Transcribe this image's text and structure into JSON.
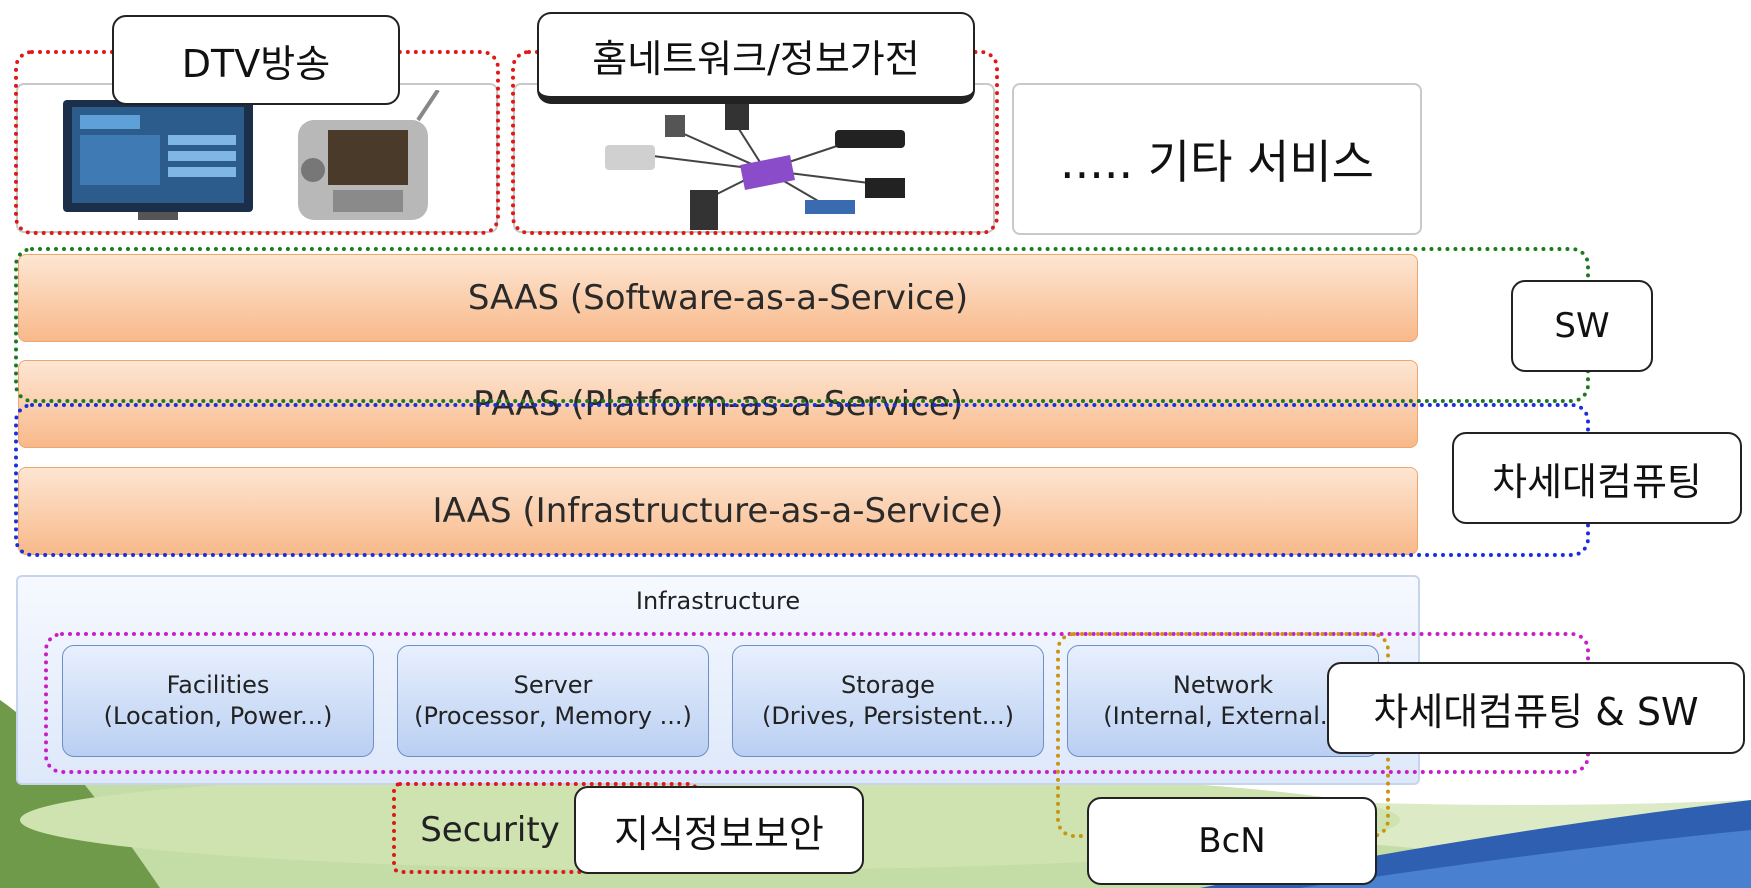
{
  "services": {
    "dtv": {
      "label": "DTV방송"
    },
    "home": {
      "label": "홈네트워크/정보가전"
    },
    "other": {
      "label": "..... 기타 서비스"
    }
  },
  "layers": {
    "saas": "SAAS  (Software-as-a-Service)",
    "paas": "PAAS  (Platform-as-a-Service)",
    "iaas": "IAAS  (Infrastructure-as-a-Service)"
  },
  "infrastructure": {
    "title": "Infrastructure",
    "components": [
      {
        "name": "Facilities",
        "detail": "(Location, Power...)"
      },
      {
        "name": "Server",
        "detail": "(Processor, Memory ...)"
      },
      {
        "name": "Storage",
        "detail": "(Drives, Persistent...)"
      },
      {
        "name": "Network",
        "detail": "(Internal, External..."
      }
    ]
  },
  "security": {
    "label": "Security"
  },
  "callouts": {
    "sw": "SW",
    "next_gen": "차세대컴퓨팅",
    "next_gen_sw": "차세대컴퓨팅 & SW",
    "knowledge_security": "지식정보보안",
    "bcn": "BcN"
  },
  "colors": {
    "red_dotted": "#e01818",
    "green_dotted": "#1e7a1e",
    "blue_dotted": "#1a2ee0",
    "magenta_dotted": "#c81ec8",
    "gold_dotted": "#c89610",
    "layer_orange": "#f8b98a",
    "infra_blue": "#b9cff2"
  }
}
